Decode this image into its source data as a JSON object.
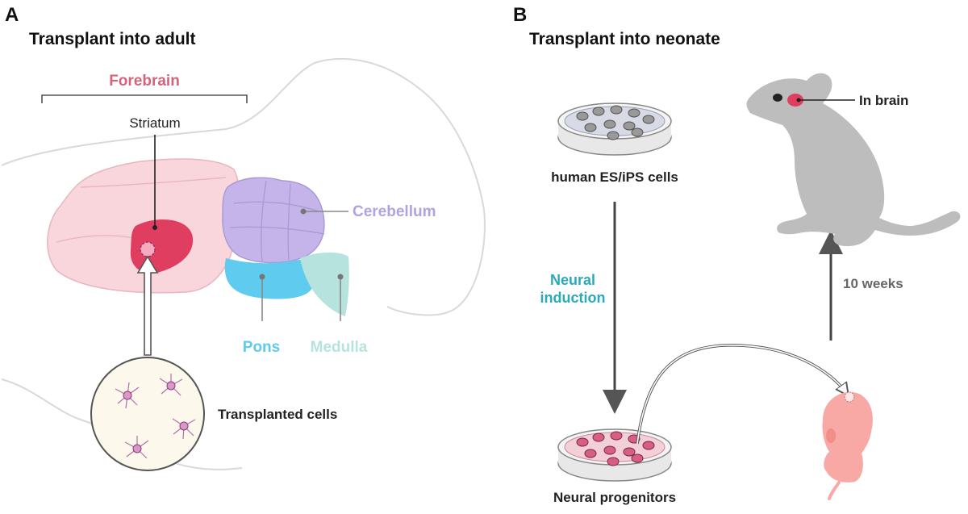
{
  "panels": {
    "a": {
      "letter": "A",
      "title": "Transplant into adult",
      "labels": {
        "forebrain": "Forebrain",
        "striatum": "Striatum",
        "cerebellum": "Cerebellum",
        "pons": "Pons",
        "medulla": "Medulla",
        "transplanted": "Transplanted cells"
      }
    },
    "b": {
      "letter": "B",
      "title": "Transplant into neonate",
      "labels": {
        "es_cells": "human ES/iPS cells",
        "induction_line1": "Neural",
        "induction_line2": "induction",
        "progenitors": "Neural progenitors",
        "in_brain": "In brain",
        "duration": "10 weeks"
      }
    }
  },
  "colors": {
    "forebrain": "#d4647a",
    "striatum": "#e03e60",
    "cerebrum": "#f9d6dc",
    "cerebellum": "#c4b4ea",
    "pons": "#5ecbef",
    "medulla": "#b7e3de",
    "induction": "#2aa9b8",
    "mouse": "#bdbdbd",
    "pup": "#f8a9a5",
    "arrow": "#555555"
  },
  "icons": [
    "brain-outline",
    "petri-dish",
    "neuron-cell",
    "mouse-silhouette",
    "neonate-pup",
    "arrow"
  ]
}
